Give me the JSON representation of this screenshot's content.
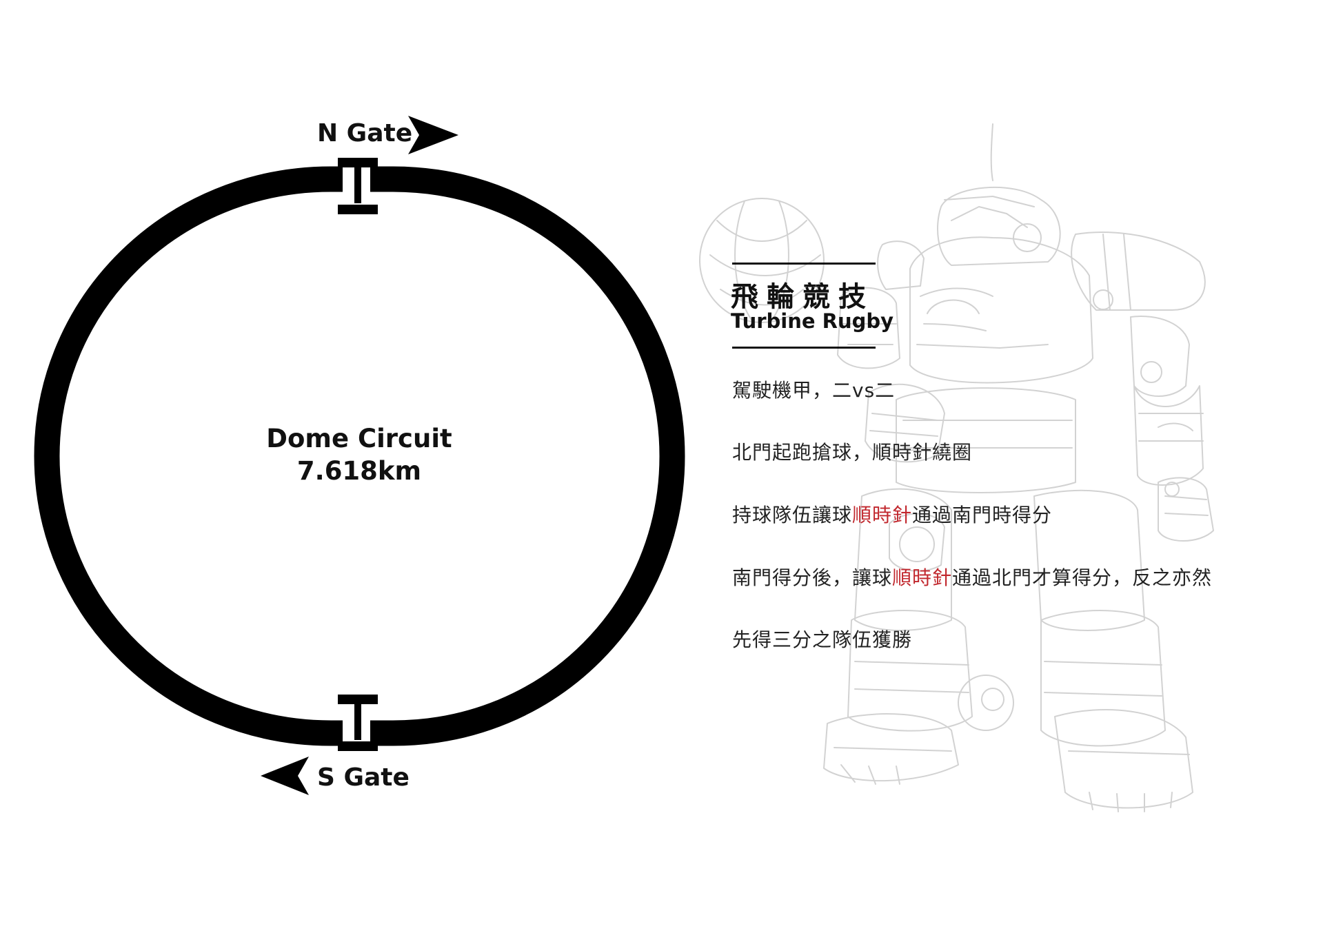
{
  "circuit": {
    "north_gate_label": "N Gate",
    "south_gate_label": "S Gate",
    "name": "Dome Circuit",
    "length": "7.618km"
  },
  "info": {
    "title_zh": "飛輪競技",
    "title_en": "Turbine Rugby",
    "rules": [
      {
        "parts": [
          {
            "text": "駕駛機甲，二vs二"
          }
        ]
      },
      {
        "parts": [
          {
            "text": "北門起跑搶球，順時針繞圈"
          }
        ]
      },
      {
        "parts": [
          {
            "text": "持球隊伍讓球"
          },
          {
            "text": "順時針",
            "accent": true
          },
          {
            "text": "通過南門時得分"
          }
        ]
      },
      {
        "parts": [
          {
            "text": "南門得分後，讓球"
          },
          {
            "text": "順時針",
            "accent": true
          },
          {
            "text": "通過北門才算得分，反之亦然"
          }
        ]
      },
      {
        "parts": [
          {
            "text": "先得三分之隊伍獲勝"
          }
        ]
      }
    ]
  },
  "colors": {
    "track": "#000000",
    "accent": "#c1272d",
    "sketch": "#cfcfcf",
    "background": "#ffffff"
  }
}
